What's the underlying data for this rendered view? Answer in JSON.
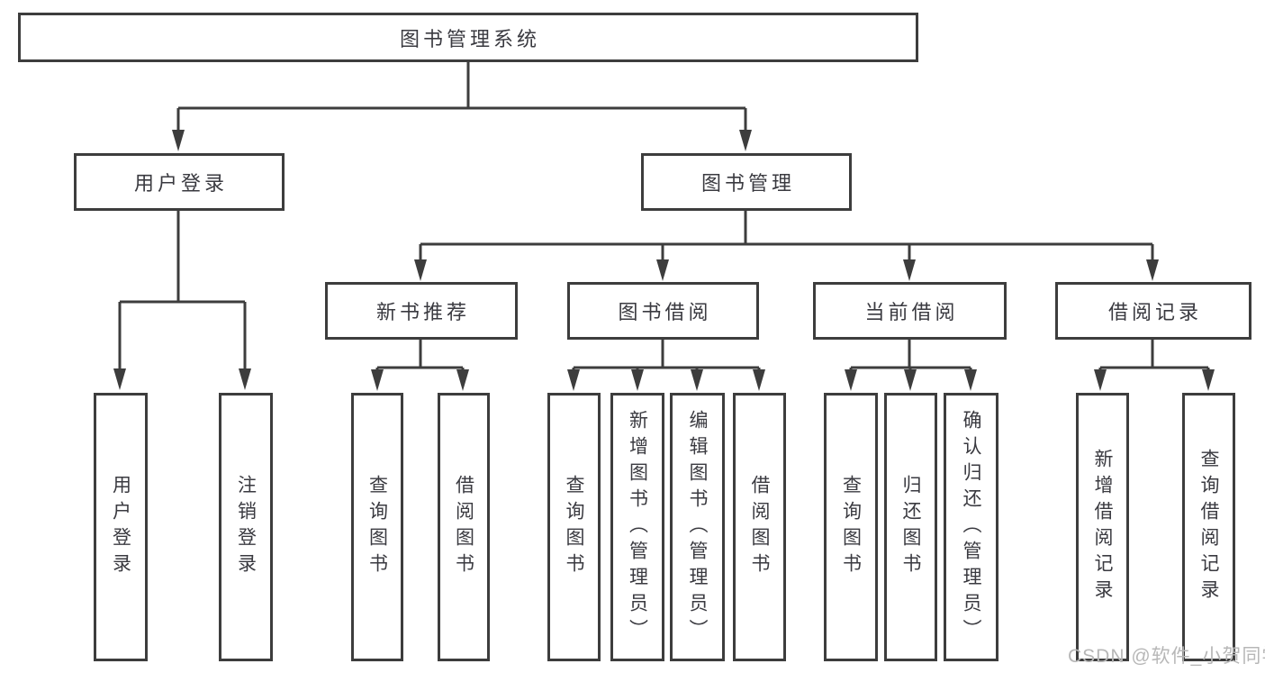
{
  "diagram": {
    "root": {
      "label": "图书管理系统"
    },
    "level2": {
      "user_login": {
        "label": "用户登录"
      },
      "book_management": {
        "label": "图书管理"
      }
    },
    "level3": {
      "new_book_recommend": {
        "label": "新书推荐"
      },
      "book_borrowing": {
        "label": "图书借阅"
      },
      "current_borrowing": {
        "label": "当前借阅"
      },
      "borrowing_records": {
        "label": "借阅记录"
      }
    },
    "leaves": {
      "user_login": [
        "用户登录",
        "注销登录"
      ],
      "new_book_recommend": [
        "查询图书",
        "借阅图书"
      ],
      "book_borrowing": [
        "查询图书",
        "新增图书（管理员）",
        "编辑图书（管理员）",
        "借阅图书"
      ],
      "current_borrowing": [
        "查询图书",
        "归还图书",
        "确认归还（管理员）"
      ],
      "borrowing_records": [
        "新增借阅记录",
        "查询借阅记录"
      ]
    },
    "watermark": "CSDN @软件_小贺同学",
    "colors": {
      "line": "#3d3d3d",
      "text": "#3a3a40",
      "watermark": "#b7b7b7",
      "background": "#ffffff"
    }
  }
}
